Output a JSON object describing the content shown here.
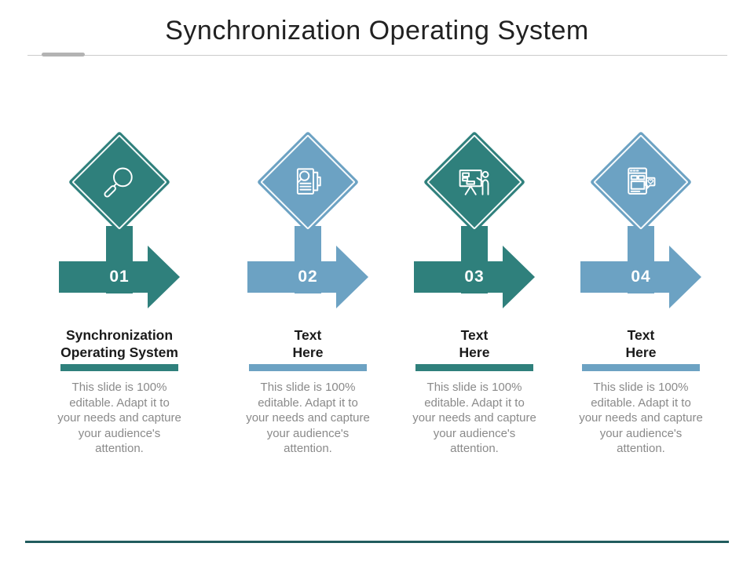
{
  "slide": {
    "title": "Synchronization Operating System",
    "accent_teal": "#2F807C",
    "accent_blue": "#6CA2C3",
    "title_rule_color": "#cbcbcb",
    "title_rule_accent_color": "#b3b3b3",
    "footer_line_color": "#215c5e",
    "heading_color": "#1a1a1a",
    "body_color": "#8a8a8a"
  },
  "body_text": "This slide is 100% editable. Adapt it to your needs and capture your audience's attention.",
  "columns": [
    {
      "number": "01",
      "icon": "search-icon",
      "color": "#2F807C",
      "heading_line1": "Synchronization",
      "heading_line2": "Operating System",
      "body": "This slide is 100% editable. Adapt it to your needs and capture your audience's attention."
    },
    {
      "number": "02",
      "icon": "document-research-icon",
      "color": "#6CA2C3",
      "heading_line1": "Text",
      "heading_line2": "Here",
      "body": "This slide is 100% editable. Adapt it to your needs and capture your audience's attention."
    },
    {
      "number": "03",
      "icon": "presentation-trainer-icon",
      "color": "#2F807C",
      "heading_line1": "Text",
      "heading_line2": "Here",
      "body": "This slide is 100% editable. Adapt it to your needs and capture your audience's attention."
    },
    {
      "number": "04",
      "icon": "web-feedback-icon",
      "color": "#6CA2C3",
      "heading_line1": "Text",
      "heading_line2": "Here",
      "body": "This slide is 100% editable. Adapt it to your needs and capture your audience's attention."
    }
  ]
}
